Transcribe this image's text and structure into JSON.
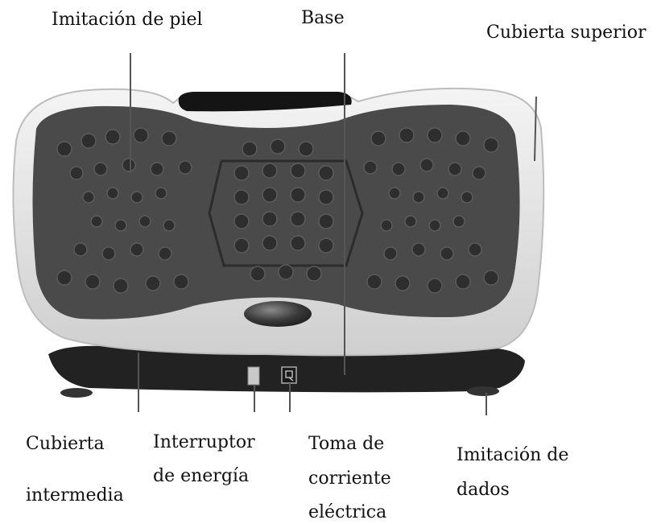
{
  "labels": {
    "faux_leather": "Imitación de piel",
    "base": "Base",
    "top_cover": "Cubierta superior",
    "middle_cover_line1": "Cubierta",
    "middle_cover_line2": "intermedia",
    "power_switch_line1": "Interruptor",
    "power_switch_line2": "de energía",
    "power_socket_line1": "Toma de",
    "power_socket_line2": "corriente",
    "power_socket_line3": "eléctrica",
    "faux_dice_line1": "Imitación de",
    "faux_dice_line2": "dados"
  },
  "colors": {
    "plate_mat": "#4a4a4a",
    "plate_body": "#e9e9e9",
    "plate_base": "#222222",
    "leader_line": "#555555"
  }
}
